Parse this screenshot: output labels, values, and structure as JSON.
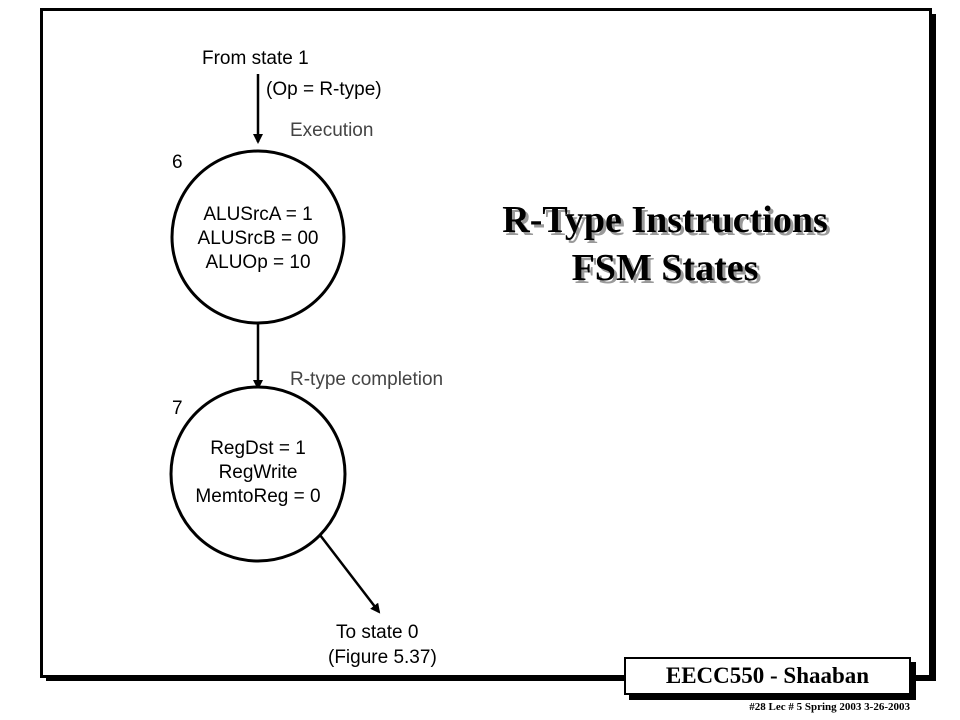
{
  "slide": {
    "title_line1": "R-Type Instructions",
    "title_line2": "FSM States",
    "badge": "EECC550 - Shaaban",
    "footer": "#28 Lec # 5 Spring 2003 3-26-2003"
  },
  "diagram": {
    "entry_label": "From state 1",
    "entry_condition": "(Op = R-type)",
    "states": [
      {
        "number": "6",
        "name": "Execution",
        "lines": [
          "ALUSrcA = 1",
          "ALUSrcB = 00",
          "ALUOp = 10"
        ]
      },
      {
        "number": "7",
        "name": "R-type completion",
        "lines": [
          "RegDst = 1",
          "RegWrite",
          "MemtoReg = 0"
        ]
      }
    ],
    "exit_label": "To state 0",
    "exit_reference": "(Figure 5.37)"
  }
}
